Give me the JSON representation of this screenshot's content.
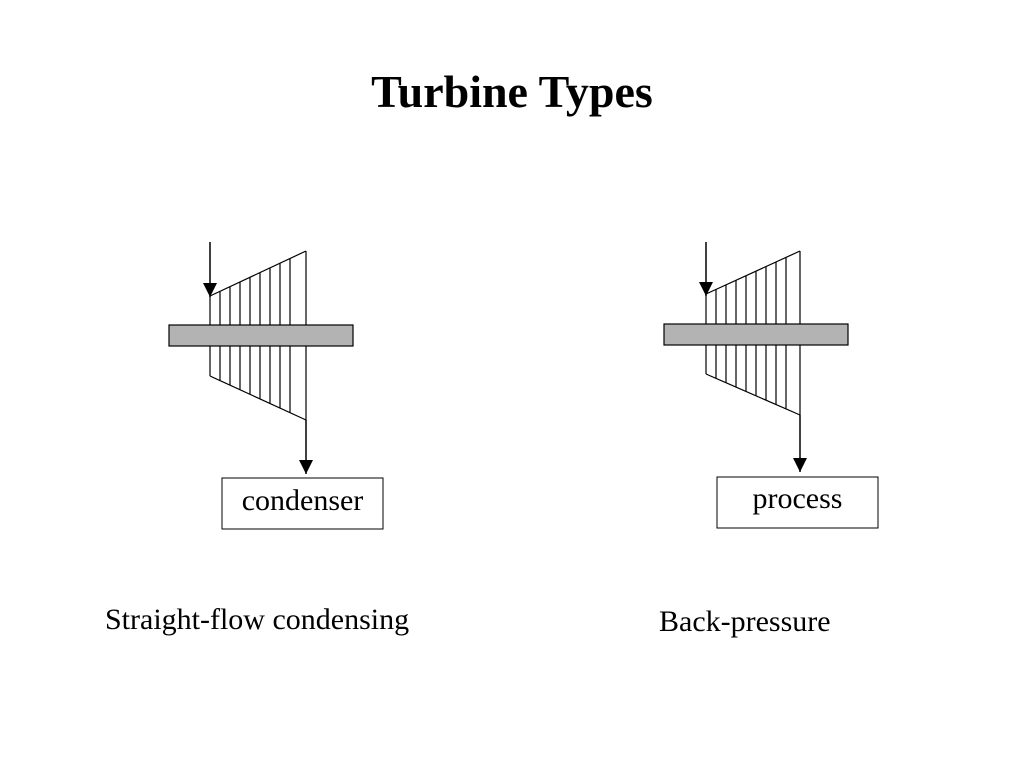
{
  "slide": {
    "title": "Turbine Types"
  },
  "diagrams": [
    {
      "box_label": "condenser",
      "caption": "Straight-flow condensing"
    },
    {
      "box_label": "process",
      "caption": "Back-pressure"
    }
  ],
  "colors": {
    "shaft_fill": "#b3b3b3",
    "line": "#000000",
    "background": "#ffffff"
  }
}
